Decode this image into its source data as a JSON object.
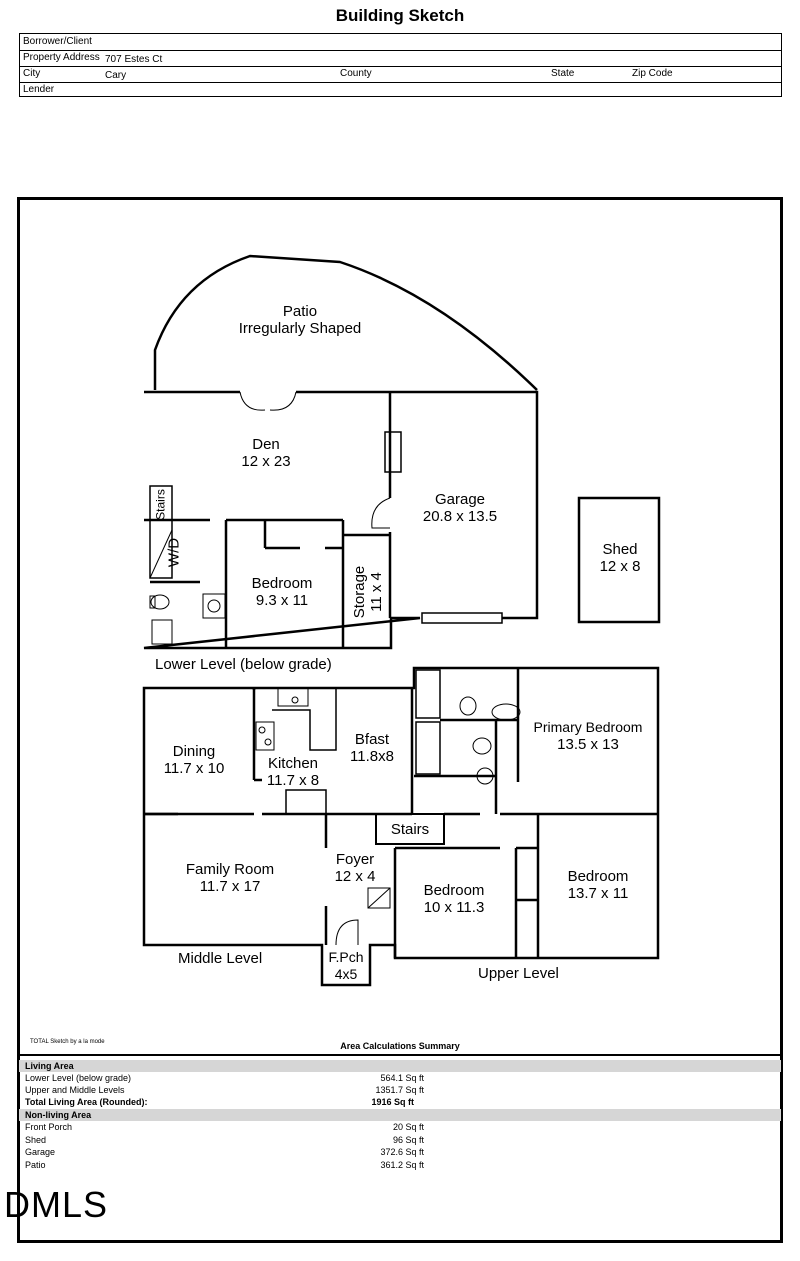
{
  "title": "Building Sketch",
  "header": {
    "borrower_label": "Borrower/Client",
    "address_label": "Property Address",
    "address_value": "707 Estes Ct",
    "city_label": "City",
    "city_value": "Cary",
    "county_label": "County",
    "state_label": "State",
    "zip_label": "Zip Code",
    "lender_label": "Lender"
  },
  "rooms": {
    "patio_name": "Patio",
    "patio_desc": "Irregularly Shaped",
    "den_name": "Den",
    "den_dim": "12 x 23",
    "garage_name": "Garage",
    "garage_dim": "20.8 x 13.5",
    "shed_name": "Shed",
    "shed_dim": "12 x 8",
    "stairs_lower": "Stairs",
    "wd": "W/D",
    "bedroom_lower_name": "Bedroom",
    "bedroom_lower_dim": "9.3 x 11",
    "storage_name": "Storage",
    "storage_dim": "11 x 4",
    "lower_level_label": "Lower Level (below grade)",
    "dining_name": "Dining",
    "dining_dim": "11.7 x 10",
    "kitchen_name": "Kitchen",
    "kitchen_dim": "11.7 x 8",
    "bfast_name": "Bfast",
    "bfast_dim": "11.8x8",
    "primary_name": "Primary Bedroom",
    "primary_dim": "13.5 x 13",
    "stairs_upper": "Stairs",
    "family_name": "Family Room",
    "family_dim": "11.7 x 17",
    "foyer_name": "Foyer",
    "foyer_dim": "12 x 4",
    "bedroom_mid_name": "Bedroom",
    "bedroom_mid_dim": "10 x 11.3",
    "bedroom_right_name": "Bedroom",
    "bedroom_right_dim": "13.7 x 11",
    "porch_name": "F.Pch",
    "porch_dim": "4x5",
    "middle_level_label": "Middle Level",
    "upper_level_label": "Upper Level"
  },
  "footer_note": "TOTAL Sketch by a la mode",
  "summary": {
    "title": "Area Calculations Summary",
    "living_heading": "Living Area",
    "lower_label": "Lower Level (below grade)",
    "lower_value": "564.1 Sq ft",
    "upper_label": "Upper and Middle Levels",
    "upper_value": "1351.7 Sq ft",
    "total_label": "Total Living Area (Rounded):",
    "total_value": "1916 Sq ft",
    "nonliving_heading": "Non-living Area",
    "porch_label": "Front Porch",
    "porch_value": "20 Sq ft",
    "shed_label": "Shed",
    "shed_value": "96 Sq ft",
    "garage_label": "Garage",
    "garage_value": "372.6 Sq ft",
    "patio_label": "Patio",
    "patio_value": "361.2 Sq ft"
  },
  "watermark": "DMLS"
}
